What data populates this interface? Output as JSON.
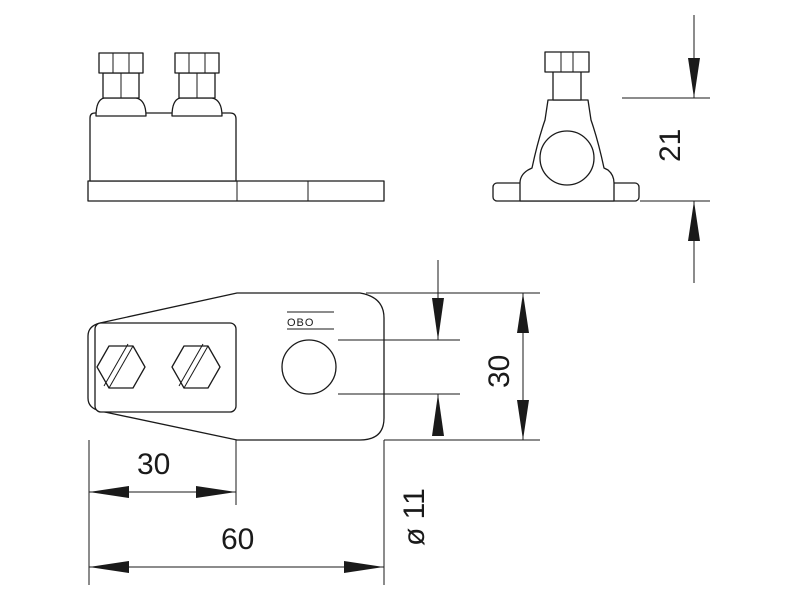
{
  "drawing": {
    "logo": "OBO",
    "dimensions": {
      "height_side": "21",
      "width_top": "30",
      "slot_width": "30",
      "total_length": "60",
      "hole_diameter": "ø 11"
    }
  }
}
